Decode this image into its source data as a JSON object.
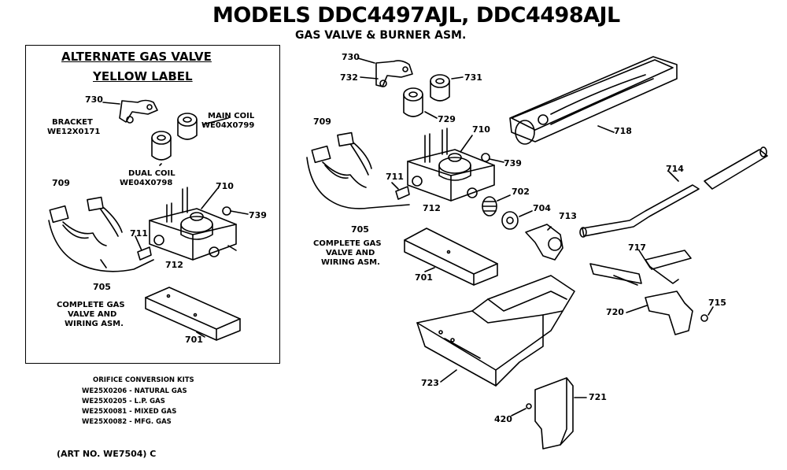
{
  "title": "MODELS DDC4497AJL, DDC4498AJL",
  "subtitle": "GAS VALVE & BURNER ASM.",
  "alternate": {
    "title": "ALTERNATE GAS VALVE",
    "subtitle": "YELLOW LABEL",
    "labels": {
      "bracket": "BRACKET",
      "bracket_part": "WE12X0171",
      "main_coil": "MAIN COIL",
      "main_coil_part": "WE04X0799",
      "dual_coil": "DUAL COIL",
      "dual_coil_part": "WE04X0798",
      "complete_1": "COMPLETE GAS",
      "complete_2": "VALVE AND",
      "complete_3": "WIRING ASM."
    },
    "numbers": {
      "n730": "730",
      "n709": "709",
      "n710": "710",
      "n739": "739",
      "n711": "711",
      "n712": "712",
      "n705": "705",
      "n701": "701"
    }
  },
  "main": {
    "labels": {
      "complete_1": "COMPLETE GAS",
      "complete_2": "VALVE AND",
      "complete_3": "WIRING ASM."
    },
    "numbers": {
      "n730": "730",
      "n732": "732",
      "n731": "731",
      "n729": "729",
      "n718": "718",
      "n709": "709",
      "n710": "710",
      "n739": "739",
      "n711": "711",
      "n712": "712",
      "n702": "702",
      "n704": "704",
      "n713": "713",
      "n714": "714",
      "n705": "705",
      "n701": "701",
      "n717": "717",
      "n720": "720",
      "n715": "715",
      "n723": "723",
      "n420": "420",
      "n721": "721"
    }
  },
  "orifice": {
    "heading": "ORIFICE CONVERSION KITS",
    "rows": [
      "WE25X0206 - NATURAL GAS",
      "WE25X0205 - L.P. GAS",
      "WE25X0081 - MIXED GAS",
      "WE25X0082 - MFG. GAS"
    ]
  },
  "art_number": "(ART NO. WE7504) C"
}
